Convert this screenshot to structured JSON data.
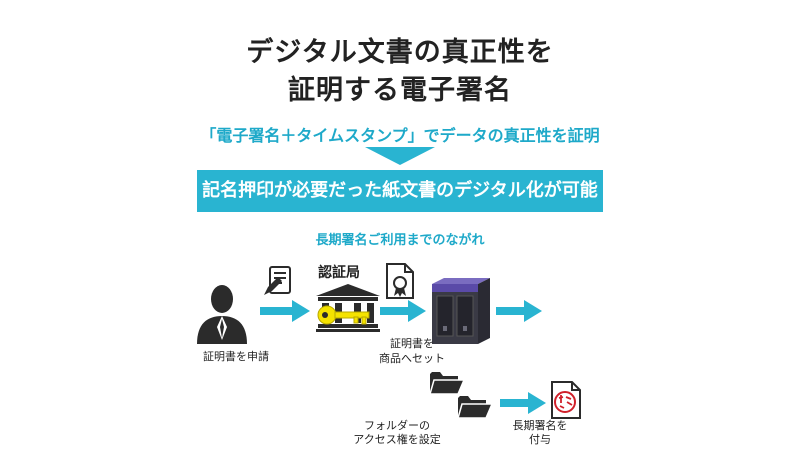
{
  "title": {
    "line1": "デジタル文書の真正性を",
    "line2": "証明する電子署名"
  },
  "tagline": "「電子署名＋タイムスタンプ」でデータの真正性を証明",
  "banner": "記名押印が必要だった紙文書のデジタル化が可能",
  "flow": {
    "heading": "長期署名ご利用までのながれ",
    "authority_label": "認証局",
    "step_apply": "証明書を申請",
    "step_set_line1": "証明書を",
    "step_set_line2": "商品へセット",
    "step_folder_line1": "フォルダーの",
    "step_folder_line2": "アクセス権を設定",
    "step_sign_line1": "長期署名を",
    "step_sign_line2": "付与"
  },
  "colors": {
    "accent": "#29b4d1",
    "arrow": "#29b4d1",
    "icon": "#2b2b2b",
    "key": "#f5e300",
    "nas_purple": "#5a4aa8"
  }
}
